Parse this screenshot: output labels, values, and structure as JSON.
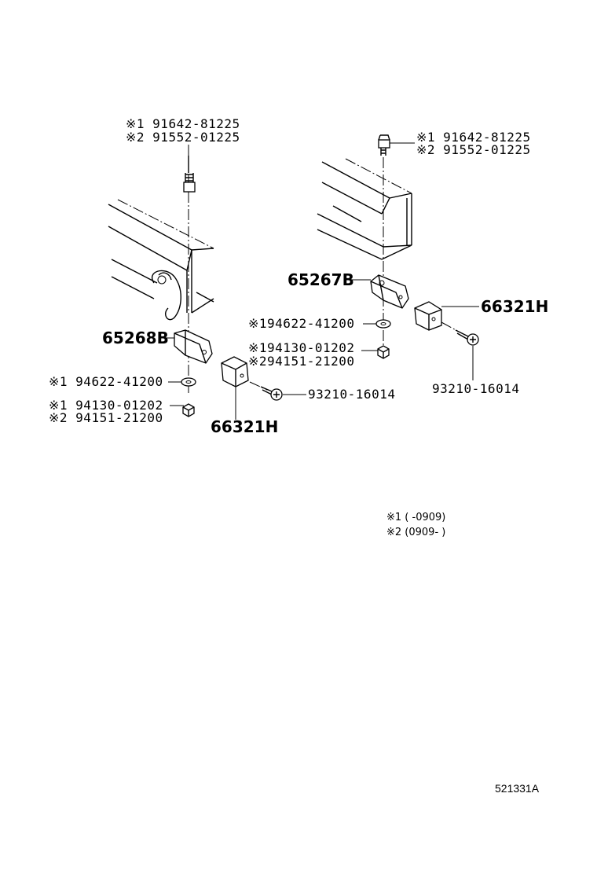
{
  "callouts": {
    "left_bolt_1": "※1 91642-81225",
    "left_bolt_2": "※2 91552-01225",
    "right_bolt_1": "※1 91642-81225",
    "right_bolt_2": "※2 91552-01225",
    "left_bracket": "65268B",
    "right_bracket": "65267B",
    "left_cushion": "66321H",
    "right_cushion": "66321H",
    "left_washer": "※1 94622-41200",
    "left_nut_1": "※1 94130-01202",
    "left_nut_2": "※2 94151-21200",
    "mid_washer": "※194622-41200",
    "mid_nut_1": "※194130-01202",
    "mid_nut_2": "※294151-21200",
    "left_screw": "93210-16014",
    "right_screw": "93210-16014"
  },
  "notes": {
    "note1": "※1 (      -0909)",
    "note2": "※2 (0909-      )"
  },
  "diagram_code": "521331A"
}
